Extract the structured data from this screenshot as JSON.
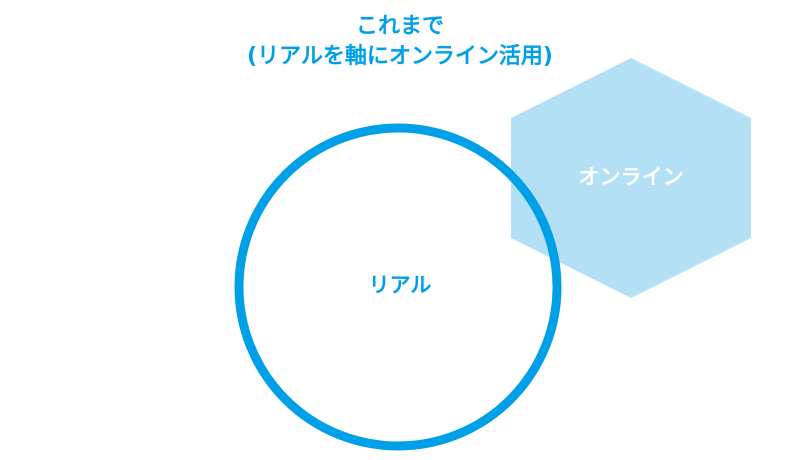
{
  "title": {
    "line1": "これまで",
    "line2": "(リアルを軸にオンライン活用)"
  },
  "circle": {
    "label": "リアル",
    "stroke_color": "#00a0e9",
    "label_color": "#00a0e9"
  },
  "hexagon": {
    "label": "オンライン",
    "fill_color": "#b3e0f5",
    "label_color": "#ffffff"
  }
}
